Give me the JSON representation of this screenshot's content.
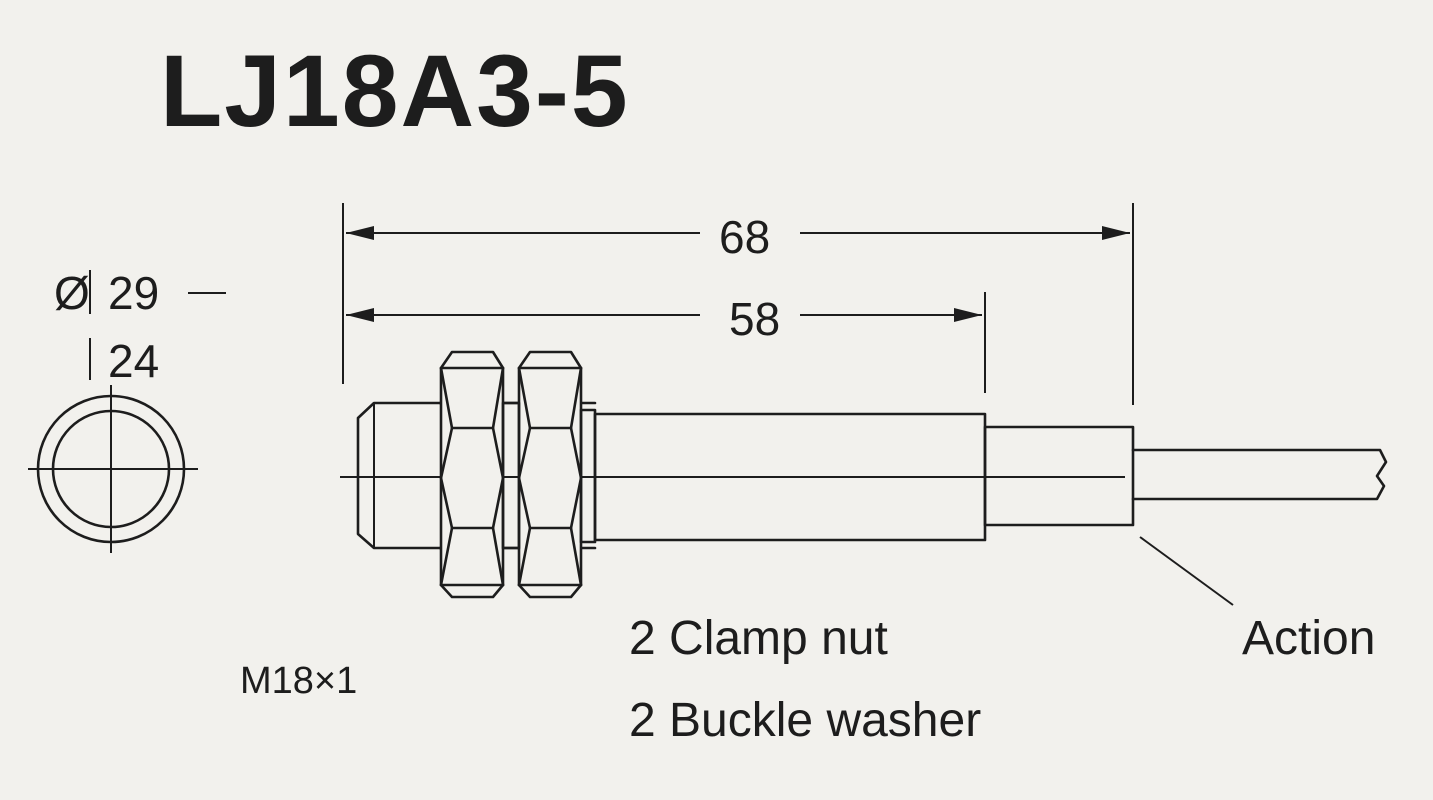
{
  "title": "LJ18A3-5",
  "dimensions": {
    "overall_length": "68",
    "body_length": "58",
    "diameter_symbol": "Ø",
    "outer_diameter": "29",
    "inner_diameter": "24"
  },
  "thread": "M18×1",
  "accessories": {
    "clamp_nut": "2 Clamp nut",
    "buckle_washer": "2 Buckle washer"
  },
  "callout": "Action",
  "colors": {
    "background": "#f2f1ed",
    "ink": "#1d1d1d"
  }
}
